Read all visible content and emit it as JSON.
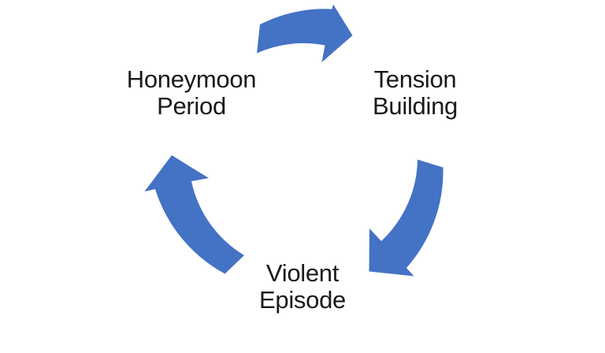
{
  "diagram": {
    "type": "cycle",
    "background": "#ffffff",
    "arrow_color": "#4472C4",
    "text_color": "#1a1a1a",
    "nodes": [
      {
        "id": "honeymoon-period",
        "label": "Honeymoon\nPeriod"
      },
      {
        "id": "tension-building",
        "label": "Tension\nBuilding"
      },
      {
        "id": "violent-episode",
        "label": "Violent\nEpisode"
      }
    ],
    "arrows": [
      {
        "id": "honeymoon-to-tension",
        "from": "Honeymoon Period",
        "to": "Tension Building",
        "direction": "clockwise"
      },
      {
        "id": "tension-to-violent",
        "from": "Tension Building",
        "to": "Violent Episode",
        "direction": "clockwise"
      },
      {
        "id": "violent-to-honeymoon",
        "from": "Violent Episode",
        "to": "Honeymoon Period",
        "direction": "clockwise"
      }
    ]
  }
}
